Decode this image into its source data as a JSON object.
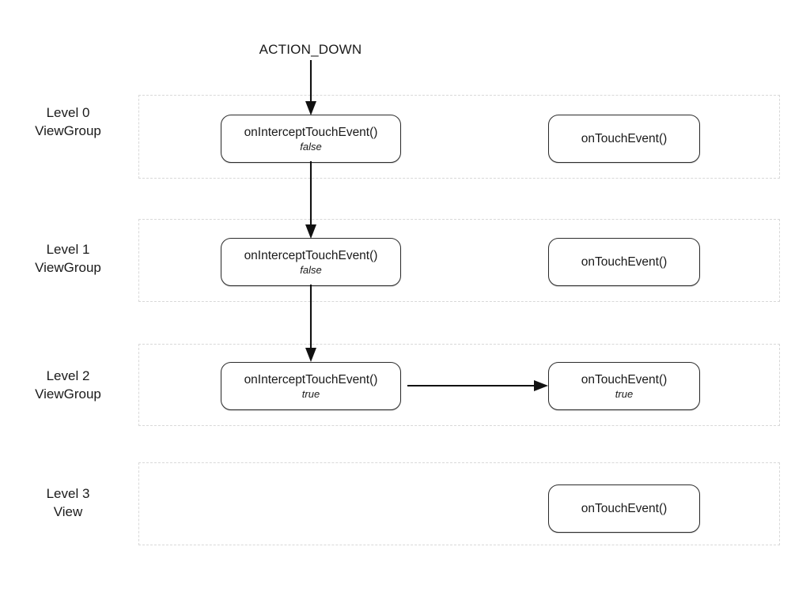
{
  "diagram": {
    "source_event": "ACTION_DOWN",
    "levels": [
      {
        "id": "level-0",
        "name": "Level 0",
        "kind": "ViewGroup",
        "intercept": {
          "title": "onInterceptTouchEvent()",
          "returns": "false"
        },
        "touch": {
          "title": "onTouchEvent()",
          "returns": ""
        }
      },
      {
        "id": "level-1",
        "name": "Level 1",
        "kind": "ViewGroup",
        "intercept": {
          "title": "onInterceptTouchEvent()",
          "returns": "false"
        },
        "touch": {
          "title": "onTouchEvent()",
          "returns": ""
        }
      },
      {
        "id": "level-2",
        "name": "Level 2",
        "kind": "ViewGroup",
        "intercept": {
          "title": "onInterceptTouchEvent()",
          "returns": "true"
        },
        "touch": {
          "title": "onTouchEvent()",
          "returns": "true"
        }
      },
      {
        "id": "level-3",
        "name": "Level 3",
        "kind": "View",
        "intercept": {
          "title": "",
          "returns": ""
        },
        "touch": {
          "title": "onTouchEvent()",
          "returns": ""
        }
      }
    ],
    "connectors": [
      {
        "id": "entry-arrow",
        "from": "ACTION_DOWN",
        "to": "level-0.onInterceptTouchEvent()",
        "direction": "down"
      },
      {
        "id": "level0-to-level1",
        "from": "level-0.onInterceptTouchEvent()",
        "to": "level-1.onInterceptTouchEvent()",
        "direction": "down"
      },
      {
        "id": "level1-to-level2",
        "from": "level-1.onInterceptTouchEvent()",
        "to": "level-2.onInterceptTouchEvent()",
        "direction": "down"
      },
      {
        "id": "level2-intercept-to-touch",
        "from": "level-2.onInterceptTouchEvent()",
        "to": "level-2.onTouchEvent()",
        "direction": "right"
      }
    ],
    "colors": {
      "background": "#ffffff",
      "node_border": "#2b2b2b",
      "row_border": "#d8d8d8",
      "text": "#1a1a1a",
      "arrow": "#111111"
    }
  }
}
